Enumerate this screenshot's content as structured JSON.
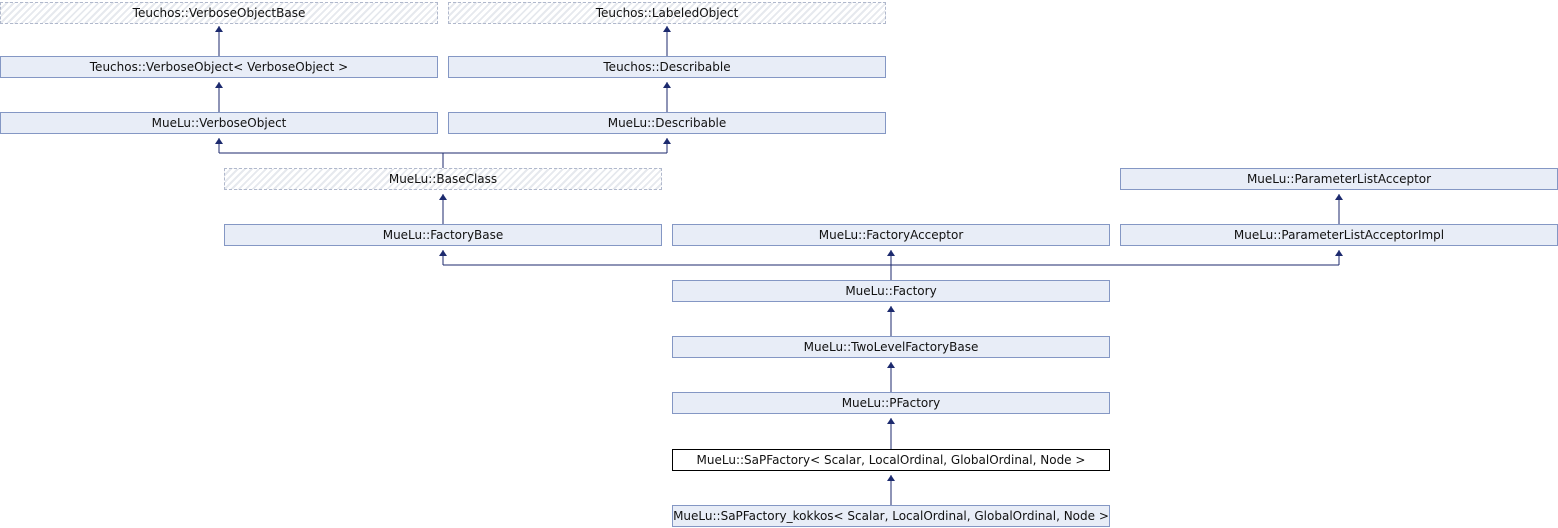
{
  "nodes": {
    "verbose_object_base": "Teuchos::VerboseObjectBase",
    "labeled_object": "Teuchos::LabeledObject",
    "teuchos_verbose_object": "Teuchos::VerboseObject< VerboseObject >",
    "teuchos_describable": "Teuchos::Describable",
    "muelu_verbose_object": "MueLu::VerboseObject",
    "muelu_describable": "MueLu::Describable",
    "base_class": "MueLu::BaseClass",
    "parameter_list_acceptor": "MueLu::ParameterListAcceptor",
    "factory_base": "MueLu::FactoryBase",
    "factory_acceptor": "MueLu::FactoryAcceptor",
    "parameter_list_acceptor_impl": "MueLu::ParameterListAcceptorImpl",
    "factory": "MueLu::Factory",
    "two_level_factory_base": "MueLu::TwoLevelFactoryBase",
    "pfactory": "MueLu::PFactory",
    "sap_factory": "MueLu::SaPFactory< Scalar, LocalOrdinal, GlobalOrdinal, Node >",
    "sap_factory_kokkos": "MueLu::SaPFactory_kokkos< Scalar, LocalOrdinal, GlobalOrdinal, Node >"
  },
  "colors": {
    "node_fill": "#e8edf7",
    "node_border": "#8497c4",
    "arrow": "#1c2a6e"
  }
}
